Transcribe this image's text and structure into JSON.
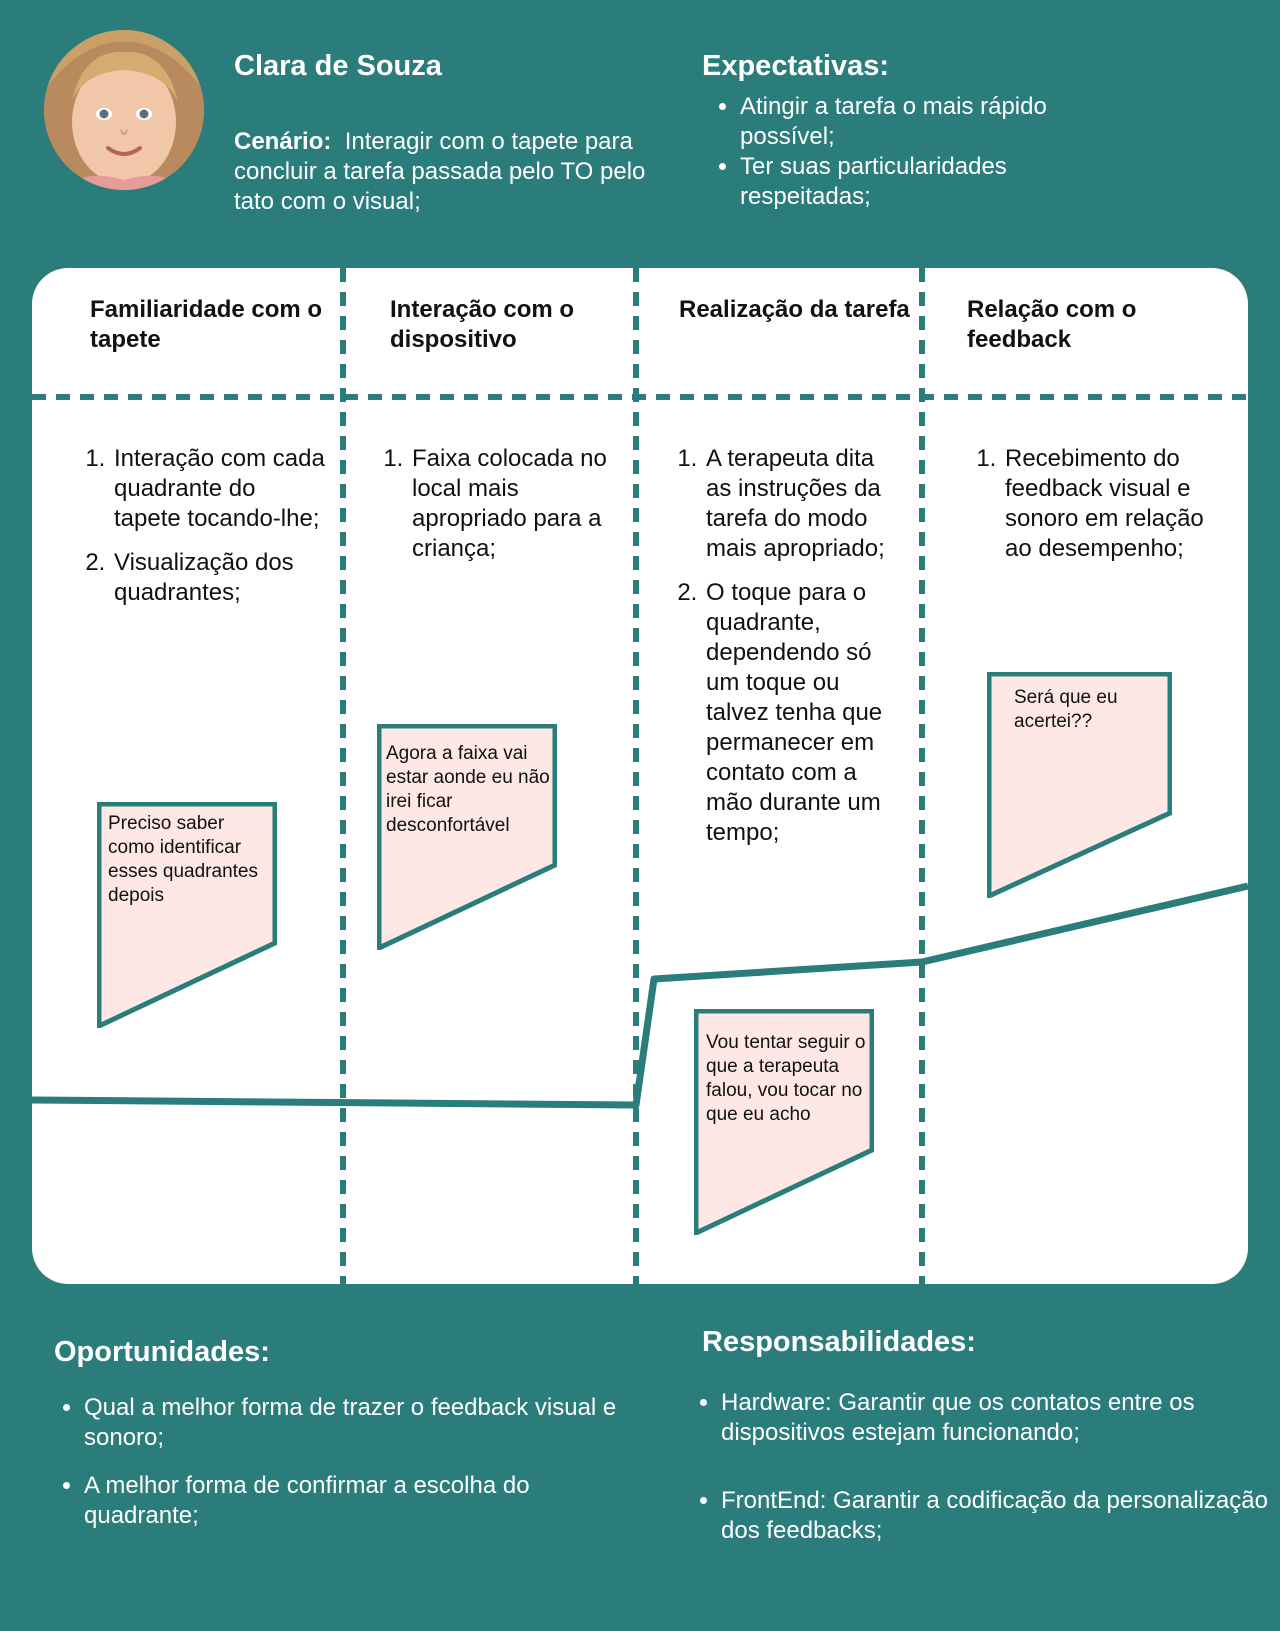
{
  "persona": {
    "name": "Clara de Souza",
    "scenario_label": "Cenário:",
    "scenario_text": "Interagir com o tapete para concluir a tarefa passada pelo TO pelo tato com o visual;"
  },
  "expectations": {
    "title": "Expectativas:",
    "items": [
      "Atingir a tarefa o mais rápido possível;",
      "Ter suas particularidades respeitadas;"
    ]
  },
  "phases": [
    {
      "title": "Familiaridade com o tapete",
      "steps": [
        "Interação com cada quadrante do tapete tocando-lhe;",
        "Visualização dos quadrantes;"
      ],
      "note": "Preciso saber como identificar esses quadrantes depois"
    },
    {
      "title": "Interação com o dispositivo",
      "steps": [
        "Faixa colocada no local mais apropriado para a criança;"
      ],
      "note": "Agora a faixa vai estar aonde eu não irei ficar desconfortável"
    },
    {
      "title": "Realização da tarefa",
      "steps": [
        "A terapeuta dita as instruções da tarefa do modo mais apropriado;",
        "O toque para o quadrante, dependendo só um toque ou talvez tenha que permanecer em contato com a mão durante um tempo;"
      ],
      "note": "Vou tentar seguir o que a terapeuta falou, vou tocar no que eu acho"
    },
    {
      "title": "Relação com o feedback",
      "steps": [
        "Recebimento do feedback visual e sonoro em relação ao desempenho;"
      ],
      "note": "Será que eu acertei??"
    }
  ],
  "opportunities": {
    "title": "Oportunidades:",
    "items": [
      "Qual a melhor forma de trazer o feedback visual e sonoro;",
      "A melhor forma de confirmar a escolha do quadrante;"
    ]
  },
  "responsibilities": {
    "title": "Responsabilidades:",
    "items": [
      "Hardware: Garantir que os contatos entre os dispositivos estejam funcionando;",
      "FrontEnd: Garantir a codificação da personalização dos feedbacks;"
    ]
  },
  "colors": {
    "background": "#2a7d7b",
    "board": "#ffffff",
    "note_fill": "#fde8e6",
    "accent": "#2a7d7b"
  }
}
